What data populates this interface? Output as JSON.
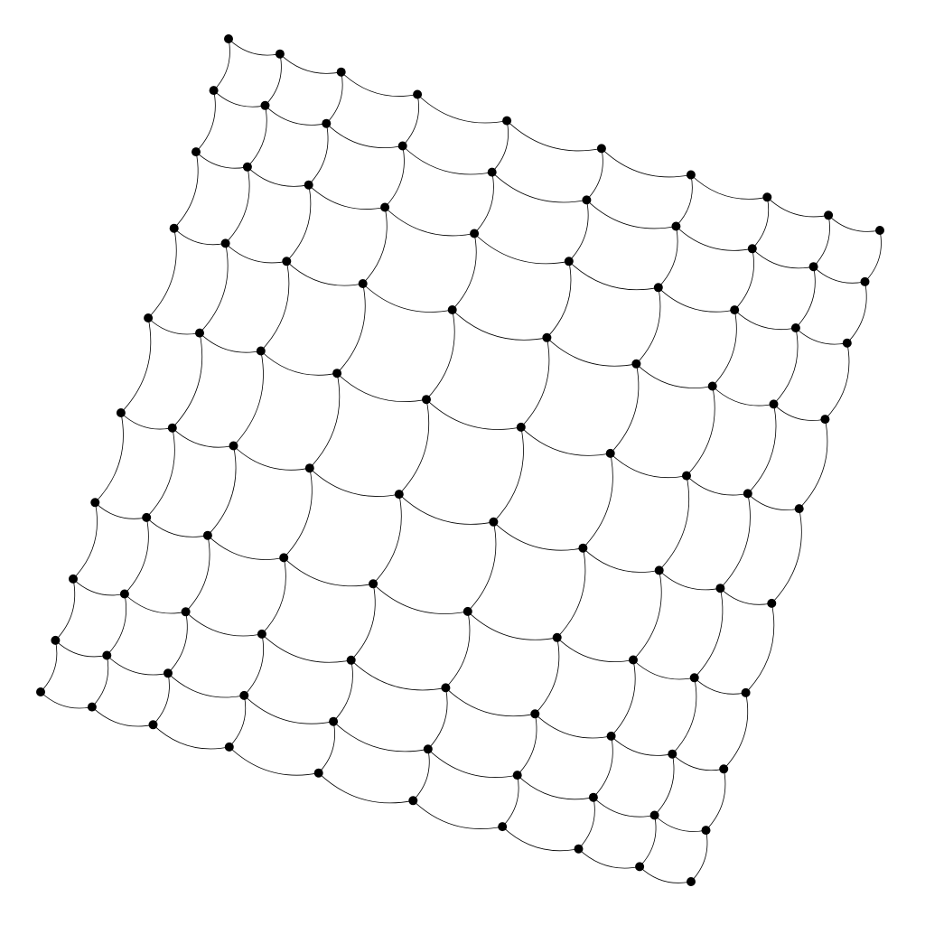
{
  "diagram": {
    "type": "curved-grid-graph",
    "rows": 10,
    "columns": 10,
    "node_count": 100,
    "colors": {
      "background": "#ffffff",
      "node": "#000000",
      "edge": "#000000"
    }
  }
}
